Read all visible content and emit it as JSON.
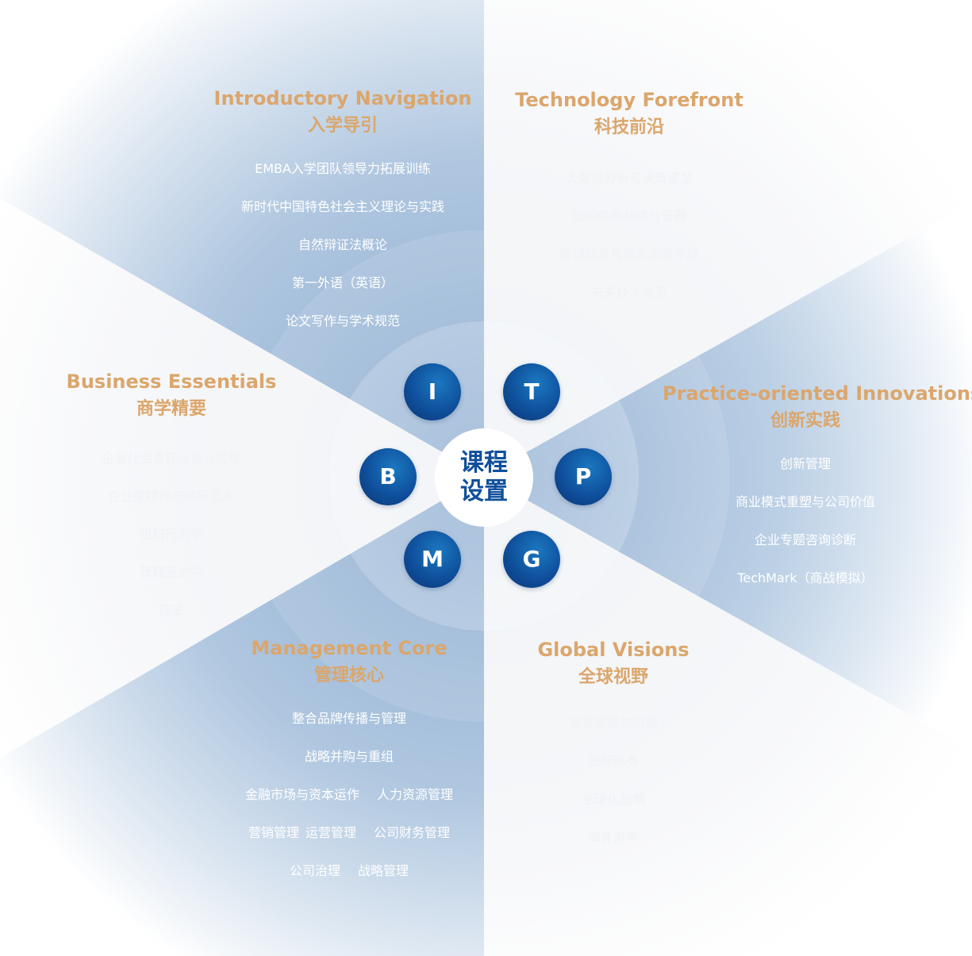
{
  "center": {
    "line1": "课程",
    "line2": "设置"
  },
  "letters": {
    "i": "I",
    "t": "T",
    "b": "B",
    "p": "P",
    "m": "M",
    "g": "G"
  },
  "colors": {
    "accent": "#dba66c",
    "navy": "#0f4f9b",
    "sector_blue": "#9fbcd9",
    "hub_text": "#0f4f9b"
  },
  "sectors": {
    "introductory": {
      "title_en": "Introductory Navigation",
      "title_zh": "入学导引",
      "items": [
        "EMBA入学团队领导力拓展训练",
        "新时代中国特色社会主义理论与实践",
        "自然辩证法概论",
        "第一外语（英语）",
        "论文写作与学术规范"
      ]
    },
    "technology": {
      "title_en": "Technology Forefront",
      "title_zh": "科技前沿",
      "items": [
        "大数据分析与决策模型",
        "组织信息战略与管理",
        "管理前沿与创新实务专题",
        "未来技术前沿"
      ]
    },
    "business": {
      "title_en": "Business Essentials",
      "title_zh": "商学精要",
      "items": [
        "企业社会责任与商业伦理",
        "企业家精神与领导艺术",
        "组织行为学",
        "管理经济学",
        "商法"
      ]
    },
    "practice": {
      "title_en": "Practice-oriented Innovations",
      "title_zh": "创新实践",
      "items": [
        "创新管理",
        "商业模式重塑与公司价值",
        "企业专题咨询诊断",
        "TechMark（商战模拟）"
      ]
    },
    "management": {
      "title_en": "Management Core",
      "title_zh": "管理核心",
      "items": [
        "整合品牌传播与管理",
        "战略并购与重组",
        "金融市场与资本运作",
        "人力资源管理",
        "营销管理",
        "运营管理",
        "公司财务管理",
        "公司治理",
        "战略管理"
      ]
    },
    "global": {
      "title_en": "Global Visions",
      "title_zh": "全球视野",
      "items": [
        "商务英语与沟通",
        "国际商务",
        "全球化战略",
        "海外游学"
      ]
    }
  }
}
